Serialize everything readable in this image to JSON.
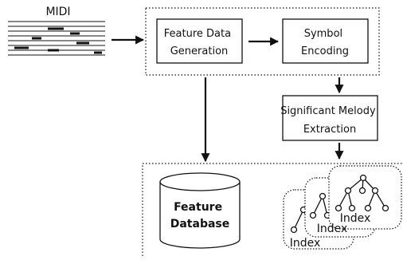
{
  "input": {
    "title": "MIDI"
  },
  "pipeline": {
    "feature_generation": [
      "Feature Data",
      "Generation"
    ],
    "symbol_encoding": [
      "Symbol",
      "Encoding"
    ],
    "melody_extraction": [
      "Significant Melody",
      "Extraction"
    ]
  },
  "storage": {
    "database": [
      "Feature",
      "Database"
    ],
    "index_stack": [
      "Index",
      "Index",
      "Index"
    ]
  },
  "colors": {
    "stroke": "#111111",
    "background": "#ffffff"
  }
}
